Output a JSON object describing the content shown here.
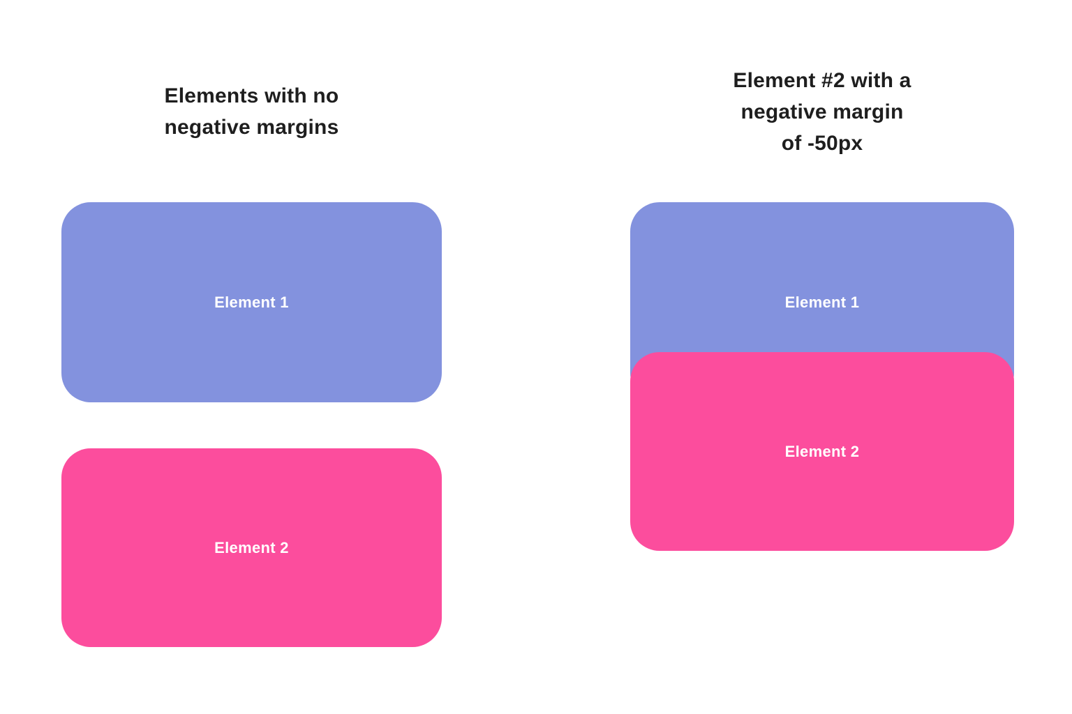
{
  "colors": {
    "element1_fill": "#8392DE",
    "element2_fill": "#FC4D9D",
    "title_text": "#1E1E1E",
    "label_text": "#FFFFFF",
    "background": "#FFFFFF"
  },
  "left_panel": {
    "title": "Elements with no\nnegative margins",
    "element1_label": "Element 1",
    "element2_label": "Element 2"
  },
  "right_panel": {
    "title": "Element #2 with a\nnegative margin\nof -50px",
    "element1_label": "Element 1",
    "element2_label": "Element 2"
  }
}
